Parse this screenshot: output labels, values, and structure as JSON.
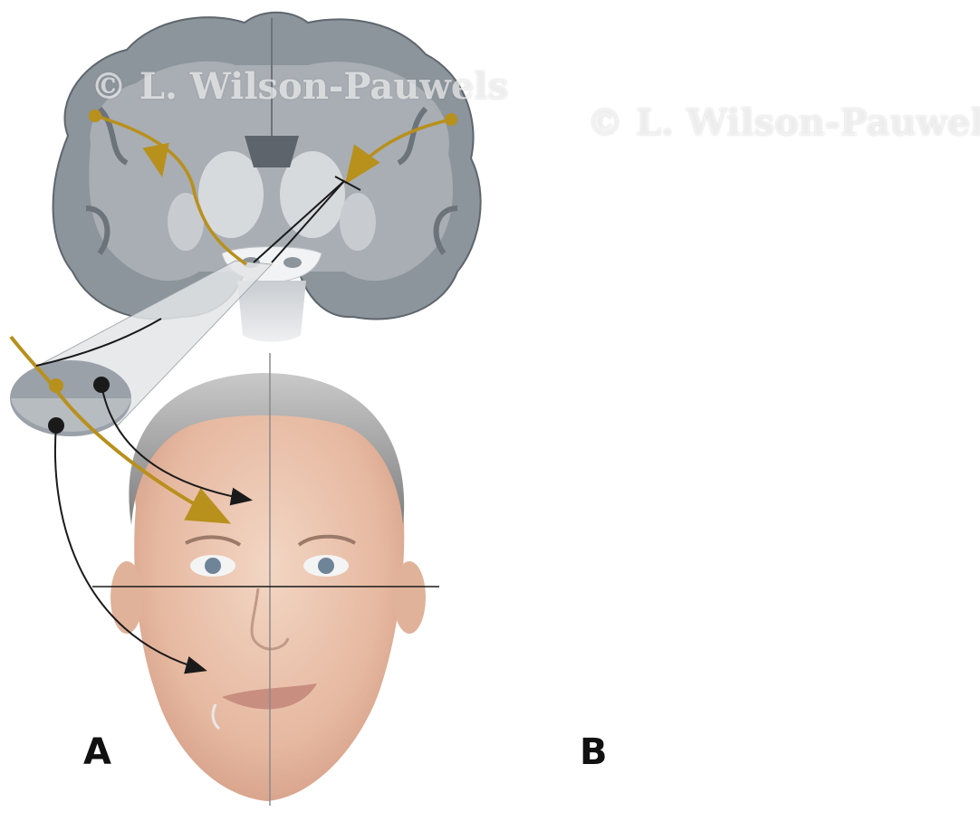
{
  "figure": {
    "panels": [
      {
        "id": "A",
        "label": "A",
        "watermark": "© L. Wilson-Pauwels"
      },
      {
        "id": "B",
        "label": "B",
        "watermark": "© L. Wilson-Pauwels"
      }
    ],
    "colors": {
      "pathway_gold": "#b8901c",
      "motor_black": "#1a1a1a",
      "brain_gray": "#8c949c",
      "skin": "#e9c2ab",
      "hair": "#8e8e8e"
    }
  }
}
